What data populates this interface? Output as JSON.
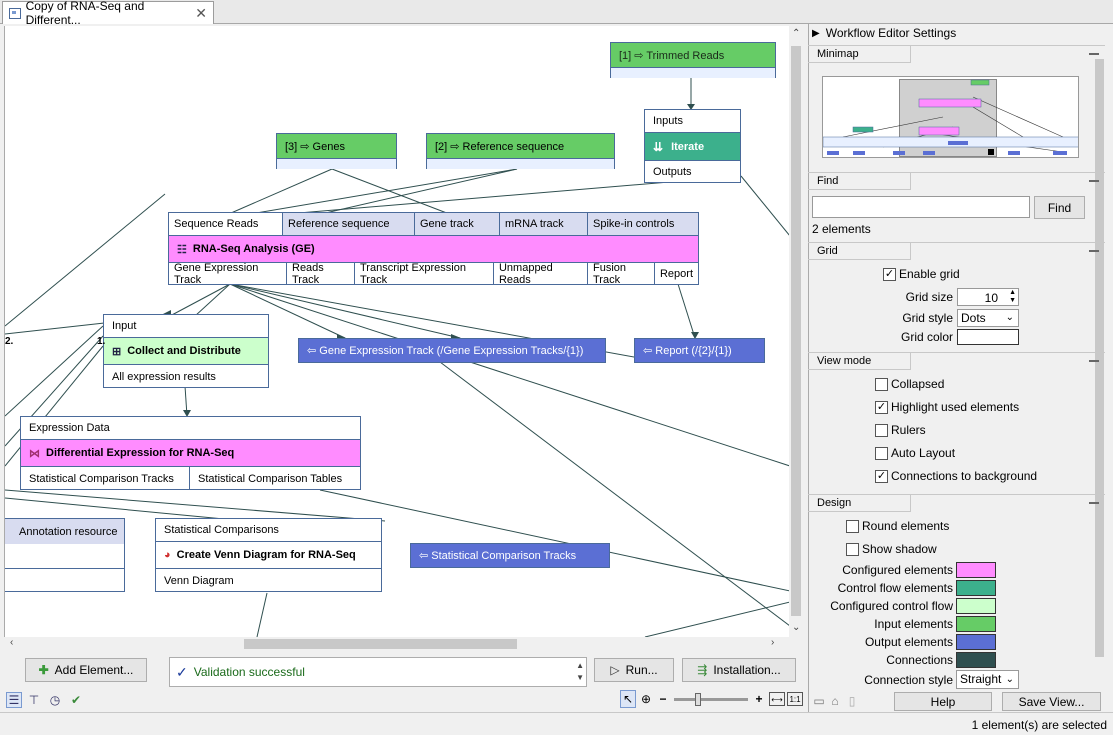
{
  "tab": {
    "title": "Copy of RNA-Seq and Different...",
    "close": "✕"
  },
  "nodes": {
    "trimmed": {
      "label": "[1]  ⇨  Trimmed Reads"
    },
    "genes": {
      "label": "[3]  ⇨  Genes"
    },
    "refseq": {
      "label": "[2]  ⇨  Reference sequence"
    },
    "iterate": {
      "inputs": "Inputs",
      "title": "Iterate",
      "outputs": "Outputs"
    },
    "rnaseq": {
      "inputs": [
        "Sequence Reads",
        "Reference sequence",
        "Gene track",
        "mRNA track",
        "Spike-in controls"
      ],
      "title": "RNA-Seq Analysis (GE)",
      "outputs": [
        "Gene Expression Track",
        "Reads Track",
        "Transcript Expression Track",
        "Unmapped Reads",
        "Fusion Track",
        "Report"
      ]
    },
    "collect": {
      "input": "Input",
      "title": "Collect and Distribute",
      "output": "All expression results",
      "label1": "1.",
      "label2": "2."
    },
    "getrack": {
      "label": "⇦  Gene Expression Track (/Gene Expression Tracks/{1})"
    },
    "report": {
      "label": "⇦  Report (/{2}/{1})"
    },
    "diffexp": {
      "input": "Expression Data",
      "title": "Differential Expression for RNA-Seq",
      "outputs": [
        "Statistical Comparison Tracks",
        "Statistical Comparison Tables"
      ]
    },
    "annot": {
      "label": "Annotation resource"
    },
    "venn": {
      "input": "Statistical Comparisons",
      "title": "Create Venn Diagram for RNA-Seq",
      "output": "Venn Diagram"
    },
    "stattracks": {
      "label": "⇦  Statistical Comparison Tracks"
    }
  },
  "bottom": {
    "add_element": "Add Element...",
    "validation": "Validation successful",
    "run": "Run...",
    "installation": "Installation..."
  },
  "settings": {
    "header": "Workflow Editor Settings",
    "minimap": "Minimap",
    "find": {
      "title": "Find",
      "button": "Find",
      "value": "",
      "result": "2 elements"
    },
    "grid": {
      "title": "Grid",
      "enable": "Enable grid",
      "enable_checked": true,
      "size_label": "Grid size",
      "size": "10",
      "style_label": "Grid style",
      "style": "Dots",
      "color_label": "Grid color"
    },
    "viewmode": {
      "title": "View mode",
      "items": [
        "Collapsed",
        "Highlight used elements",
        "Rulers",
        "Auto Layout",
        "Connections to background"
      ],
      "checked": [
        false,
        true,
        false,
        false,
        true
      ]
    },
    "design": {
      "title": "Design",
      "round": "Round elements",
      "shadow": "Show shadow",
      "colors": [
        {
          "label": "Configured elements",
          "color": "#ff8cff"
        },
        {
          "label": "Control flow elements",
          "color": "#3cb08c"
        },
        {
          "label": "Configured control flow",
          "color": "#ccffcc"
        },
        {
          "label": "Input elements",
          "color": "#66cc66"
        },
        {
          "label": "Output elements",
          "color": "#5b6fd4"
        },
        {
          "label": "Connections",
          "color": "#2f4f4f"
        }
      ],
      "style_label": "Connection style",
      "style": "Straight"
    },
    "help": "Help",
    "save_view": "Save View..."
  },
  "status": {
    "text": "1 element(s) are selected"
  }
}
